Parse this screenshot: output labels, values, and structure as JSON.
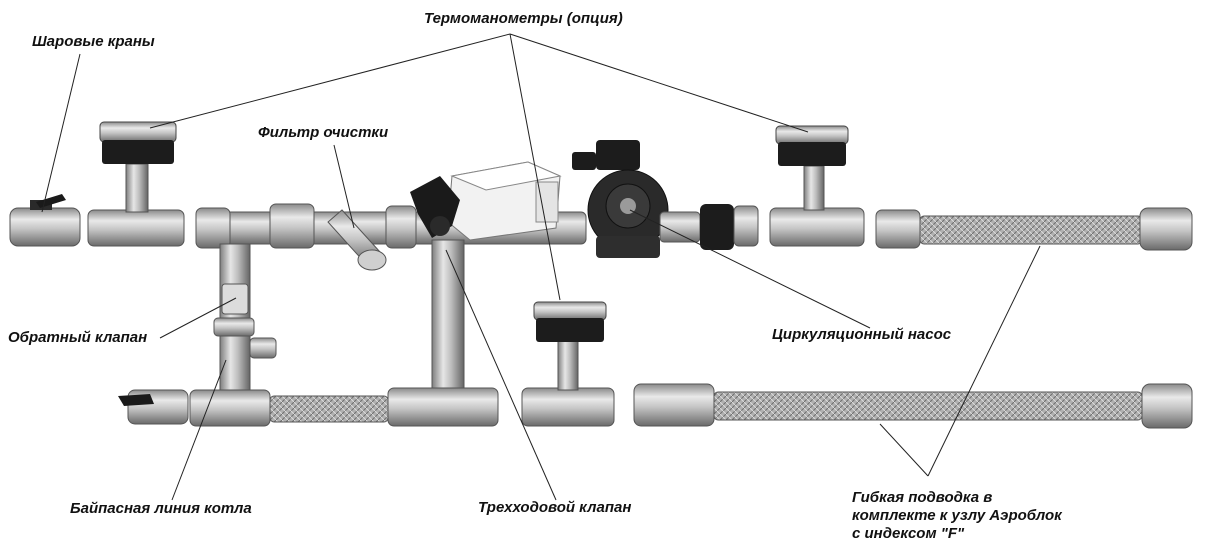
{
  "labels": {
    "thermomanometers": "Термоманометры (опция)",
    "ball_valves": "Шаровые краны",
    "filter": "Фильтр очистки",
    "check_valve": "Обратный клапан",
    "circulation_pump": "Циркуляционный насос",
    "bypass_line": "Байпасная линия котла",
    "three_way_valve": "Трехходовой клапан",
    "flexible_hose": "Гибкая подводка в\nкомплекте к узлу Аэроблок\nс индексом \"F\""
  },
  "colors": {
    "metal": "#b8b8b8",
    "metal_dark": "#6e6e6e",
    "metal_light": "#e6e6e6",
    "black": "#1a1a1a",
    "actuator_white": "#f2f2f2",
    "leader_line": "#222222"
  }
}
